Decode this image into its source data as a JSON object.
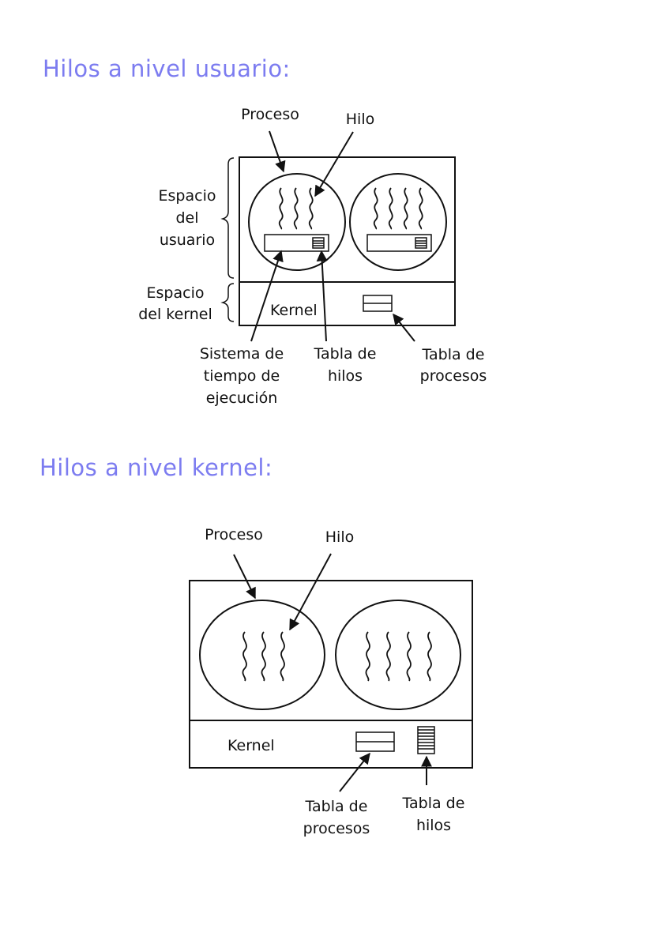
{
  "colors": {
    "heading": "#7c7cf0",
    "ink": "#111111"
  },
  "user_level": {
    "heading": "Hilos a nivel usuario:",
    "label_process": "Proceso",
    "label_thread": "Hilo",
    "user_space": [
      "Espacio",
      "del",
      "usuario"
    ],
    "kernel_space": [
      "Espacio",
      "del kernel"
    ],
    "kernel": "Kernel",
    "runtime_system": [
      "Sistema de",
      "tiempo de",
      "ejecución"
    ],
    "thread_table": [
      "Tabla de",
      "hilos"
    ],
    "process_table": [
      "Tabla de",
      "procesos"
    ]
  },
  "kernel_level": {
    "heading": "Hilos a nivel kernel:",
    "label_process": "Proceso",
    "label_thread": "Hilo",
    "kernel": "Kernel",
    "process_table": [
      "Tabla de",
      "procesos"
    ],
    "thread_table": [
      "Tabla de",
      "hilos"
    ]
  }
}
